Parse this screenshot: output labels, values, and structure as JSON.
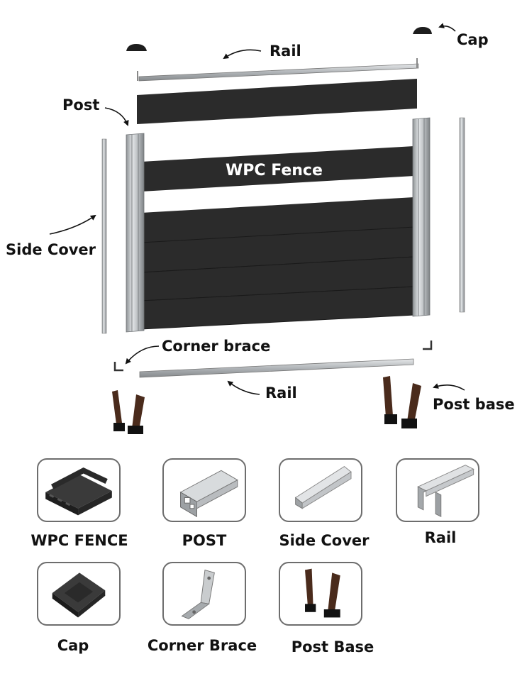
{
  "diagram": {
    "labels": {
      "cap": "Cap",
      "rail_top": "Rail",
      "post": "Post",
      "wpc_fence": "WPC Fence",
      "side_cover": "Side Cover",
      "corner_brace": "Corner brace",
      "rail_bottom": "Rail",
      "post_base": "Post base"
    }
  },
  "components": [
    {
      "label": "WPC FENCE"
    },
    {
      "label": "POST"
    },
    {
      "label": "Side Cover"
    },
    {
      "label": "Rail"
    },
    {
      "label": "Cap"
    },
    {
      "label": "Corner Brace"
    },
    {
      "label": "Post Base"
    }
  ],
  "colors": {
    "panel": "#2b2b2b",
    "aluminum": "#b8bcbf",
    "bracket": "#4a2b1c"
  }
}
